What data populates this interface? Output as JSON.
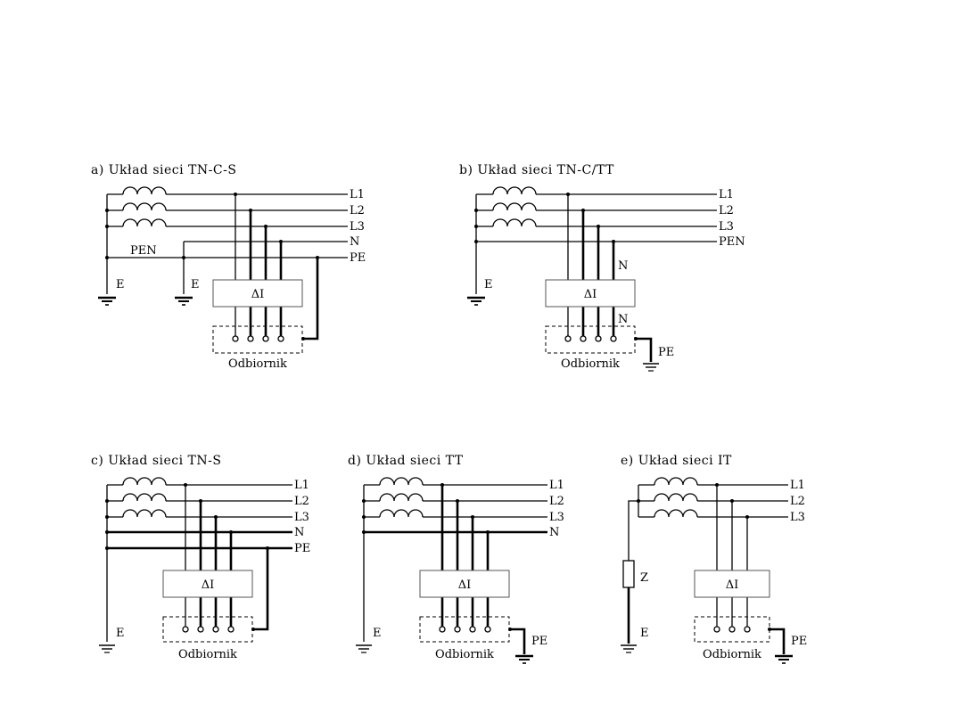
{
  "diagrams": [
    {
      "title": "a) Układ sieci TN-C-S",
      "lines": [
        "L1",
        "L2",
        "L3",
        "N",
        "PE"
      ],
      "extra_labels": {
        "pen": "PEN",
        "earth1": "E",
        "earth2": "E"
      },
      "rcd": "ΔI",
      "load": "Odbiornik"
    },
    {
      "title": "b) Układ sieci TN-C/TT",
      "lines": [
        "L1",
        "L2",
        "L3",
        "PEN"
      ],
      "extra_labels": {
        "n_upper": "N",
        "n_lower": "N",
        "earth": "E",
        "pe": "PE"
      },
      "rcd": "ΔI",
      "load": "Odbiornik"
    },
    {
      "title": "c) Układ sieci TN-S",
      "lines": [
        "L1",
        "L2",
        "L3",
        "N",
        "PE"
      ],
      "extra_labels": {
        "earth": "E"
      },
      "rcd": "ΔI",
      "load": "Odbiornik"
    },
    {
      "title": "d) Układ sieci TT",
      "lines": [
        "L1",
        "L2",
        "L3",
        "N"
      ],
      "extra_labels": {
        "earth": "E",
        "pe": "PE"
      },
      "rcd": "ΔI",
      "load": "Odbiornik"
    },
    {
      "title": "e) Układ sieci IT",
      "lines": [
        "L1",
        "L2",
        "L3"
      ],
      "extra_labels": {
        "z": "Z",
        "earth": "E",
        "pe": "PE"
      },
      "rcd": "ΔI",
      "load": "Odbiornik"
    }
  ]
}
